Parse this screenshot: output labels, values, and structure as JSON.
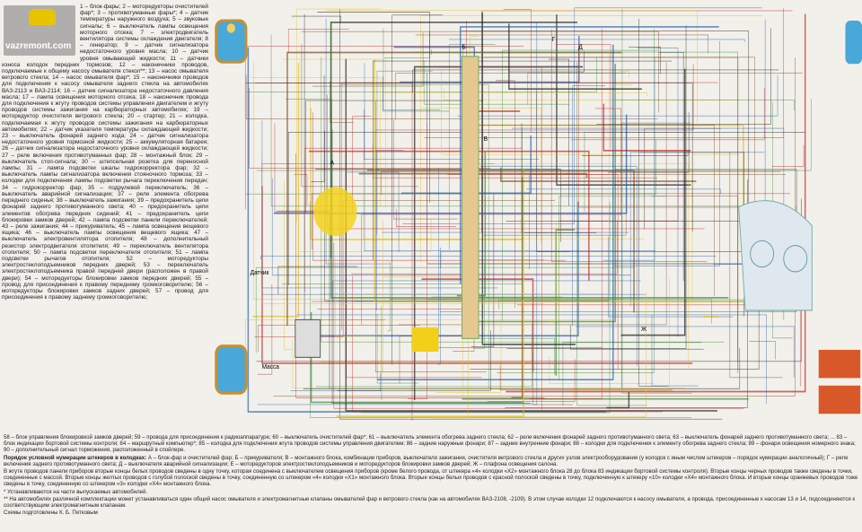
{
  "watermark": "vazremont.com",
  "legend_text": "1 – блок-фары; 2 – моторедукторы очистителей фар*; 3 – противотуманные фары*; 4 – датчик температуры наружного воздуха; 5 – звуковые сигналы; 6 – выключатель лампы освещения моторного отсека; 7 – электродвигатель вентилятора системы охлаждения двигателя; 8 – генератор; 9 – датчик сигнализатора недостаточного уровня масла; 10 – датчик уровня омывающей жидкости; 11 – датчики износа колодок передних тормозов; 12 – наконечники проводов, подключаемые к общему насосу омывателя стекол**; 13 – насос омывателя ветрового стекла; 14 – насос омывателя фар*; 15 – наконечники проводов для подключения к насосу омывателя заднего стекла на автомобилях ВАЗ-2113 и ВАЗ-2114; 16 – датчик сигнализатора недостаточного давления масла; 17 – лампа освещения моторного отсека; 18 – наконечник провода для подключения к жгуту проводов системы управления двигателем и жгуту проводов системы зажигания на карбюраторных автомобилях; 19 – моторедуктор очистителя ветрового стекла; 20 – стартер; 21 – колодка, подключаемая к жгуту проводов системы зажигания на карбюраторных автомобилях; 22 – датчик указателя температуры охлаждающей жидкости; 23 – выключатель фонарей заднего хода; 24 – датчик сигнализатора недостаточного уровня тормозной жидкости; 25 – аккумуляторная батарея; 26 – датчик сигнализатора недостаточного уровня охлаждающей жидкости; 27 – реле включения противотуманных фар; 28 – монтажный блок; 29 – выключатель стоп-сигнала; 30 – штепсельная розетка для переносной лампы; 31 – лампа подсветки шкалы гидрокорректора фар; 32 – выключатель лампы сигнализатора включения стояночного тормоза; 33 – колодки для подключения лампы подсветки рычага переключения передач; 34 – гидрокорректор фар; 35 – подрулевой переключатель; 36 – выключатель аварийной сигнализации; 37 – реле элемента обогрева переднего сиденья; 38 – выключатель зажигания; 39 – предохранитель цепи фонарей заднего противотуманного света; 40 – предохранитель цепи элементов обогрева передних сидений; 41 – предохранитель цепи блокировки замков дверей; 42 – лампа подсветки панели переключателей; 43 – реле зажигания; 44 – прикуриватель; 45 – лампа освещения вещевого ящика; 46 – выключатель лампы освещения вещевого ящика; 47 – выключатель электровентилятора отопителя; 48 – дополнительный резистор электродвигателя отопителя; 49 – переключатель вентилятора отопителя; 50 – лампа подсветки переключателя отопителя; 51 – лампа подсветки рычагов отопителя; 52 – моторедукторы электростеклоподъемников передних дверей; 53 – переключатель электростеклоподъемника правой передней двери (расположен в правой двери); 54 – моторедукторы блокировки замков передних дверей; 55 – провод для присоединения к правому переднему громкоговорителю; 56 – моторедукторы блокировки замков задних дверей; 57 – провод для присоединения к правому заднему громкоговорителю;",
  "bottom": {
    "line1": "58 – блок управления блокировкой замков дверей; 59 – провода для присоединения к радиоаппаратуре; 60 – выключатель очистителей фар*; 61 – выключатель элемента обогрева заднего стекла; 62 – реле включения фонарей заднего противотуманного света; 63 – выключатель фонарей заднего противотуманного света; ... 83 – блок индикации бортовой системы контроля; 84 – маршрутный компьютер*; 85 – колодка для подключения жгута проводов системы управления двигателем; 86 – задние наружные фонари; 87 – задние внутренние фонари; 88 – колодки для подключения к элементу обогрева заднего стекла; 89 – фонари освещения номерного знака; 90 – дополнительный сигнал торможения, расположенный в спойлере.",
    "order_title": "Порядок условной нумерации штекеров в колодках:",
    "order_text": "А – блок-фар и очистителей фар; Б – прикуривателя; В – монтажного блока, комбинации приборов, выключателя зажигания, очистителя ветрового стекла и других узлов электрооборудования (у колодок с иным числом штекеров – порядок нумерации аналогичный); Г – реле включения заднего противотуманного света; Д – выключателя аварийной сигнализации; Е – моторедукторов электростеклоподъемников и моторедукторов блокировки замков дверей; Ж – плафона освещения салона.",
    "harness_text": "В жгуте проводов панели приборов вторые концы белых проводов сведены в одну точку, которая соединена с выключателем освещения приборов (кроме белого провода, от штекера «4» колодки «Х2» монтажного блока 28 до блока 83 индикации бортовой системы контроля). Вторые концы черных проводов также сведены в точки, соединенные с массой. Вторые концы желтых проводов с голубой полоской сведены в точку, соединенную со штекером «4» колодки «Х1» монтажного блока. Вторые концы белых проводов с красной полоской сведены в точку, подключенную к штекеру «10» колодки «Х4» монтажного блока. И вторые концы оранжевых проводов тоже сведены в точку, соединенную со штекером «3» колодки «Х4» монтажного блока.",
    "note1": "* Устанавливаются на части выпускаемых автомобилей.",
    "note2": "** На автомобилях различной комплектации может устанавливаться один общий насос омывателя и электромагнитные клапаны омывателей фар и ветрового стекла (как на автомобилях ВАЗ-2108, -2109). В этом случае колодки 12 подключаются к насосу омывателя, а провода, присоединенные к насосам 13 и 14, подсоединяются к соответствующим электромагнитным клапанам.",
    "credit": "Схемы подготовлены К. Б. Пятковым"
  },
  "diagram_labels": {
    "massa": "Масса",
    "sensor": "Датчик",
    "a": "А",
    "b": "Б",
    "v": "В",
    "g": "Г",
    "d": "Д",
    "zh": "Ж"
  },
  "colors": {
    "paper": "#f2f0ea",
    "headlight": "#4aa8d8",
    "taillight": "#d9582a",
    "wire_red": "#c0282a",
    "wire_blue": "#2a5fb0",
    "wire_green": "#3a8a3a",
    "wire_yellow": "#e0c020",
    "wire_black": "#222222",
    "wire_brown": "#7a4a2a"
  }
}
